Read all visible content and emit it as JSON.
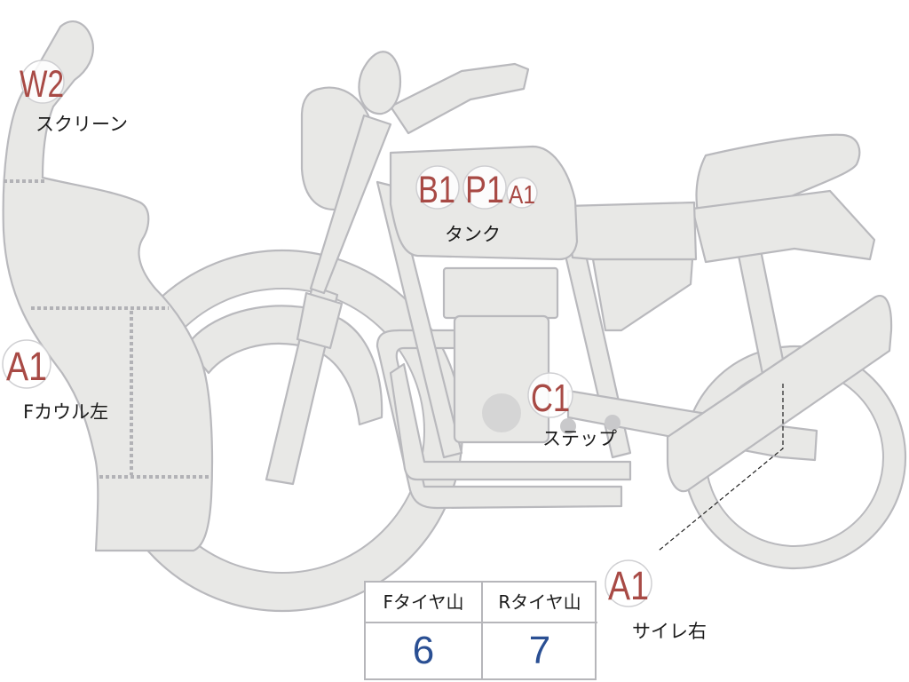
{
  "markers": [
    {
      "id": "screen",
      "code": "W2",
      "label": "スクリーン"
    },
    {
      "id": "front-cowl-left",
      "code": "A1",
      "label": "Fカウル左"
    },
    {
      "id": "tank",
      "codes": [
        "B1",
        "P1",
        "A1"
      ],
      "label": "タンク"
    },
    {
      "id": "step",
      "code": "C1",
      "label": "ステップ"
    },
    {
      "id": "muffler-right",
      "code": "A1",
      "label": "サイレ右"
    }
  ],
  "tread_table": {
    "columns": [
      {
        "header": "Fタイヤ山",
        "value": "6"
      },
      {
        "header": "Rタイヤ山",
        "value": "7"
      }
    ]
  },
  "colors": {
    "part_fill": "#e8e8e6",
    "part_outline": "#b9b9bd",
    "code_text": "#a84a45",
    "table_value": "#2a4f93"
  }
}
